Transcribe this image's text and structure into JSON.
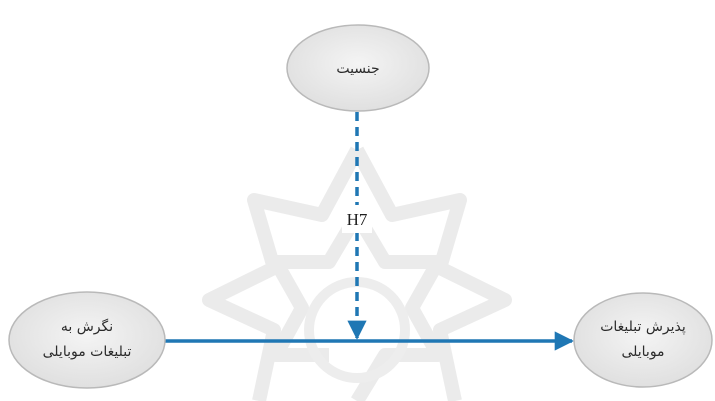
{
  "diagram": {
    "nodes": {
      "gender": {
        "lines": [
          "جنسیت"
        ]
      },
      "attitude": {
        "lines": [
          "نگرش به",
          "تبلیغات موبایلی"
        ]
      },
      "acceptance": {
        "lines": [
          "پذیرش تبلیغات",
          "موبایلی"
        ]
      }
    },
    "edges": {
      "moderation": {
        "label": "H7"
      }
    },
    "colors": {
      "arrow": "#1f77b4",
      "node_fill": "#e6e6e6",
      "node_stroke": "#b9b9b9"
    }
  }
}
